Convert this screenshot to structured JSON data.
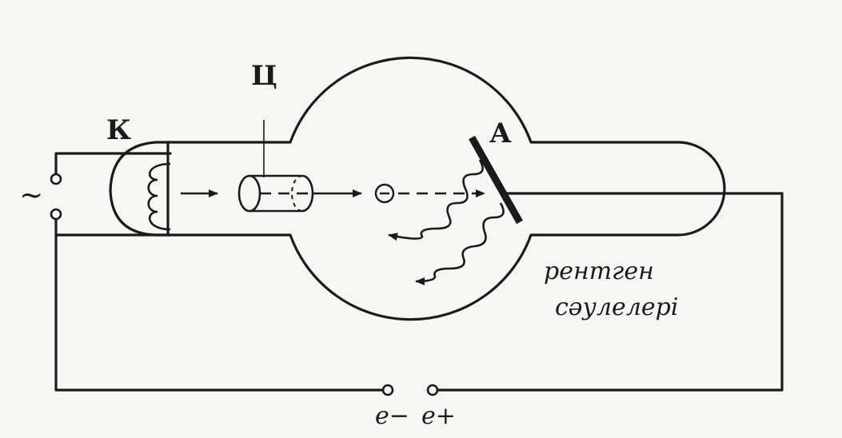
{
  "labels": {
    "cathode": "К",
    "cylinder": "Ц",
    "anode": "А",
    "ac_source": "~",
    "electron_sign": "−",
    "xray_line1": "рентген",
    "xray_line2": "сәулелері",
    "terminal_minus": "e−",
    "terminal_plus": "e+"
  }
}
